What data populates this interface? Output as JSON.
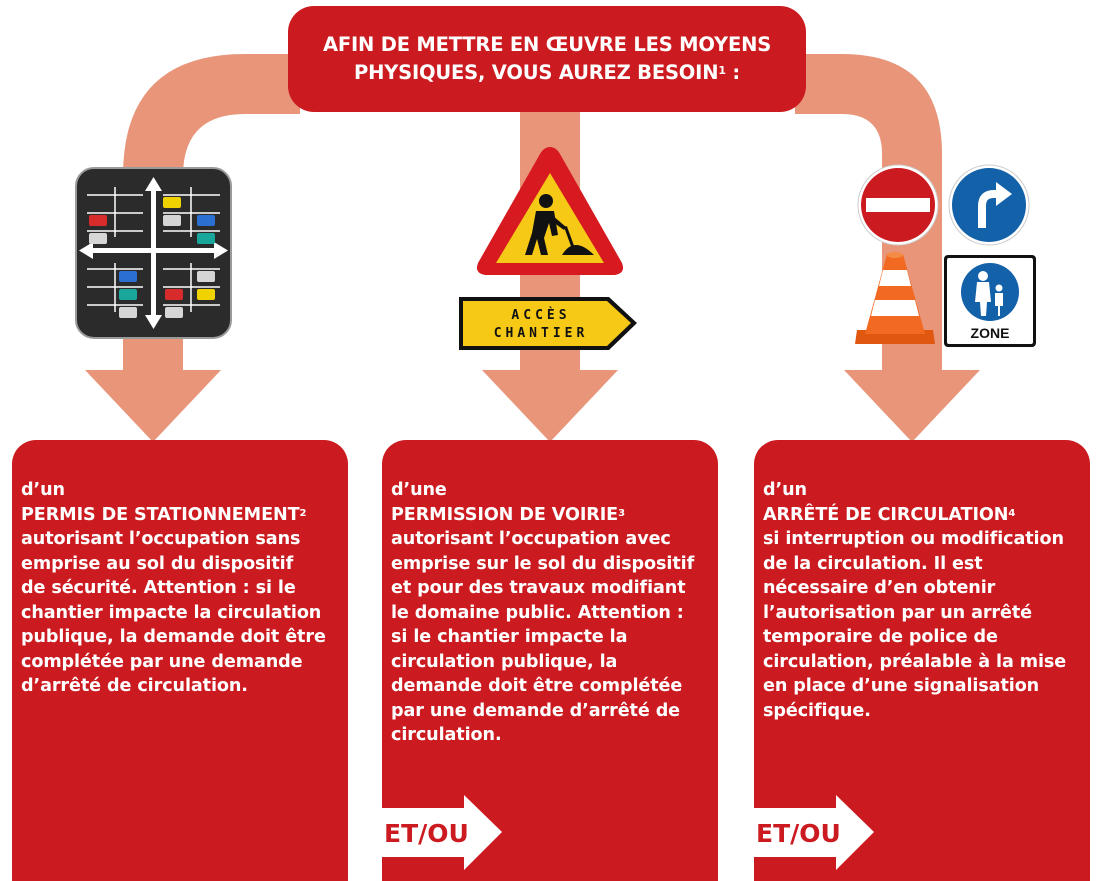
{
  "header": {
    "line1": "AFIN DE METTRE EN ŒUVRE LES MOYENS",
    "line2": "PHYSIQUES, VOUS AUREZ BESOIN",
    "sup": "1",
    "colon": " :"
  },
  "cards": [
    {
      "article": "d’un",
      "title": "PERMIS DE STATIONNEMENT",
      "sup": "2",
      "lines": [
        "autorisant l’occupation sans",
        "emprise au sol du dispositif",
        "de sécurité.  Attention : si le",
        "chantier impacte la circulation",
        "publique, la demande doit être",
        "complétée par une demande",
        "d’arrêté de circulation."
      ]
    },
    {
      "article": "d’une",
      "title": "PERMISSION DE VOIRIE",
      "sup": "3",
      "lines": [
        "autorisant l’occupation avec",
        "emprise sur le sol du dispositif",
        "et pour des travaux modifiant",
        "le domaine public. Attention :",
        "si le chantier impacte la",
        "circulation publique, la",
        "demande doit être complétée",
        "par une demande d’arrêté de",
        "circulation."
      ],
      "connector": "ET/OU"
    },
    {
      "article": "d’un",
      "title": "ARRÊTÉ DE CIRCULATION",
      "sup": "4",
      "lines": [
        "si interruption ou modification",
        "de la circulation. Il est",
        "nécessaire d’en obtenir",
        "l’autorisation par un arrêté",
        "temporaire de police de",
        "circulation, préalable à la mise",
        "en place d’une signalisation",
        "spécifique."
      ],
      "connector": "ET/OU"
    }
  ],
  "signs": {
    "acces_line1": "ACCÈS",
    "acces_line2": "CHANTIER",
    "zone_label": "ZONE"
  },
  "colors": {
    "red": "#cc1b20",
    "salmon": "#e8957a",
    "road": "#2b2b2b",
    "sign_yellow": "#f7c917",
    "sign_blue": "#1261a9",
    "cone_orange": "#f26a21"
  }
}
